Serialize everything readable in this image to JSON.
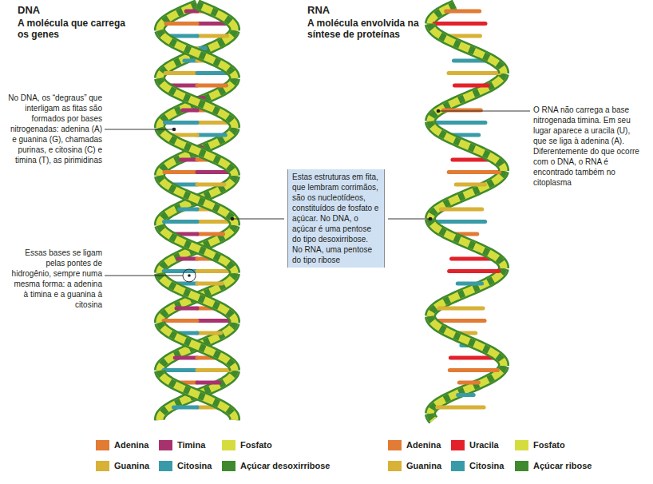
{
  "diagram": {
    "nodes": [
      {
        "text": [
          "Estas estruturas em fita, que lembram corrimãos, são os nucleotídeos, constituídos de fosfato e açúcar. No DNA, o açúcar é uma pentose do tipo desoxirribose. No RNA, uma pentose do tipo ribose"
        ]
      }
    ],
    "labels": [
      "DNA",
      "A molécula que carrega os genes",
      "RNA",
      "A molécula envolvida na síntese de proteínas",
      "No DNA, os “degraus” que interligam as fitas são formados por bases nitrogenadas: adenina (A) e guanina (G), chamadas purinas, e citosina (C) e timina (T), as pirimidinas",
      "Essas bases se ligam pelas pontes de hidrogênio, sempre numa mesma forma: a adenina à timina e a guanina à citosina",
      "O RNA não carrega a base nitrogenada timina. Em seu lugar aparece a uracila (U), que se liga à adenina (A). Diferentemente do que ocorre com o DNA, o RNA é encontrado também no citoplasma"
    ],
    "legend": [
      {
        "text": "Adenina",
        "color": "#e27b33"
      },
      {
        "text": "Timina",
        "color": "#a8326e"
      },
      {
        "text": "Fosfato",
        "color": "#d5dd3e"
      },
      {
        "text": "Guanina",
        "color": "#d7b236"
      },
      {
        "text": "Citosina",
        "color": "#3a9ba8"
      },
      {
        "text": "Açúcar desoxirribose",
        "color": "#3f8a2e"
      },
      {
        "text": "Adenina",
        "color": "#e27b33"
      },
      {
        "text": "Uracila",
        "color": "#e3212b"
      },
      {
        "text": "Fosfato",
        "color": "#d5dd3e"
      },
      {
        "text": "Guanina",
        "color": "#d7b236"
      },
      {
        "text": "Citosina",
        "color": "#3a9ba8"
      },
      {
        "text": "Açúcar ribose",
        "color": "#3f8a2e"
      }
    ]
  }
}
